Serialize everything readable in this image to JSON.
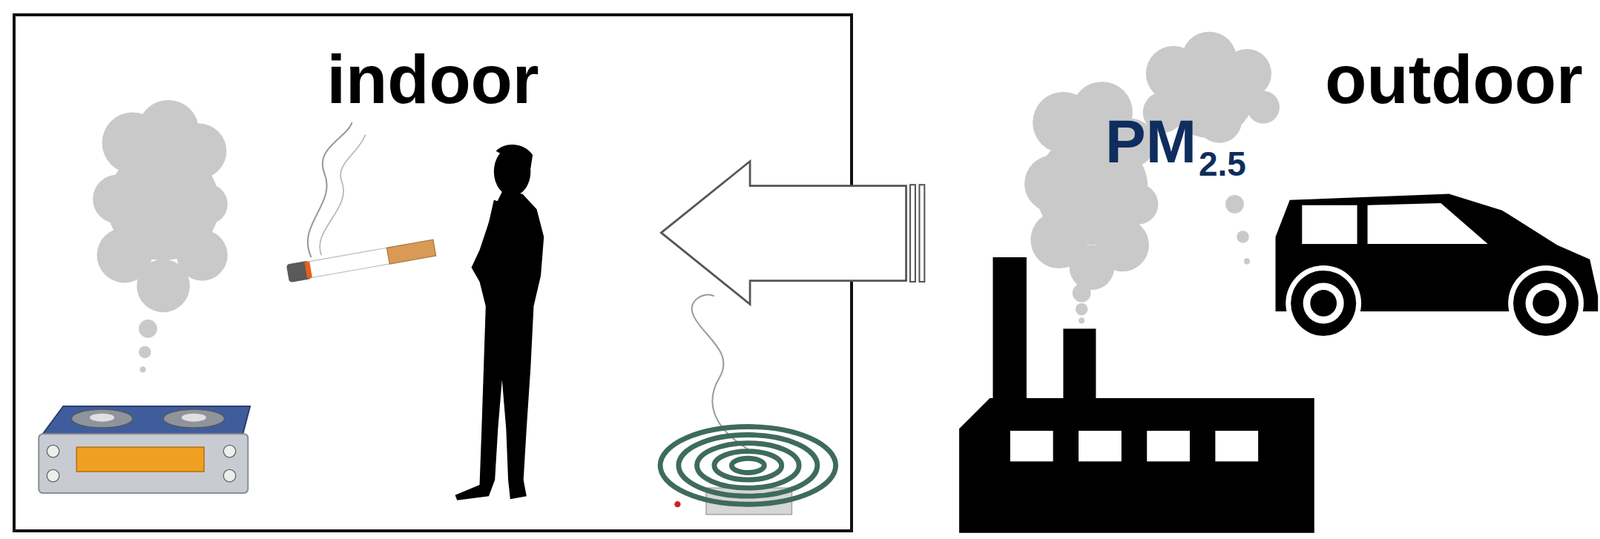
{
  "diagram": {
    "nodes": [
      {
        "text": [
          "indoor"
        ]
      }
    ],
    "labels": [
      "outdoor",
      "PM",
      "2.5"
    ]
  }
}
